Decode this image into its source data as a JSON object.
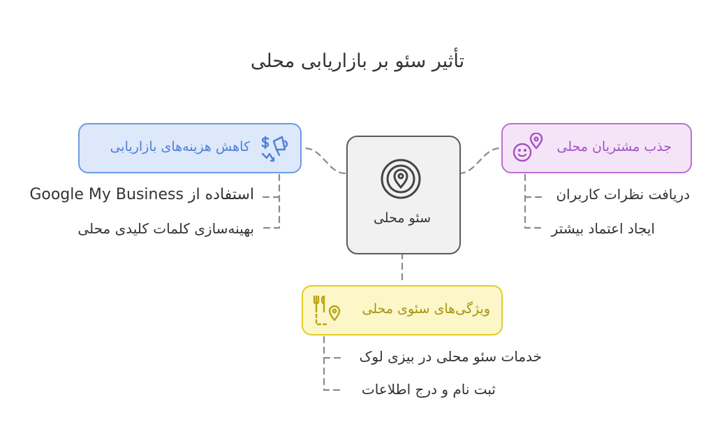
{
  "title": "تأثیر سئو بر بازاریابی محلی",
  "center": {
    "label": "سئو محلی",
    "icon": "location-target-icon"
  },
  "nodes": {
    "blue": {
      "label": "کاهش هزینه‌های بازاریابی",
      "icon": "dollar-megaphone-icon",
      "color": "#4f7fd6",
      "items": [
        "استفاده از Google My Business",
        "بهینه‌سازی کلمات کلیدی محلی"
      ]
    },
    "purple": {
      "label": "جذب مشتریان محلی",
      "icon": "smiley-location-icon",
      "color": "#a451c2",
      "items": [
        "دریافت نظرات کاربران",
        "ایجاد اعتماد بیشتر"
      ]
    },
    "yellow": {
      "label": "ویژگی‌های سئوی محلی",
      "icon": "restaurant-location-icon",
      "color": "#a69410",
      "items": [
        "خدمات سئو محلی در بیزی لوک",
        "ثبت نام و درج اطلاعات"
      ]
    }
  }
}
